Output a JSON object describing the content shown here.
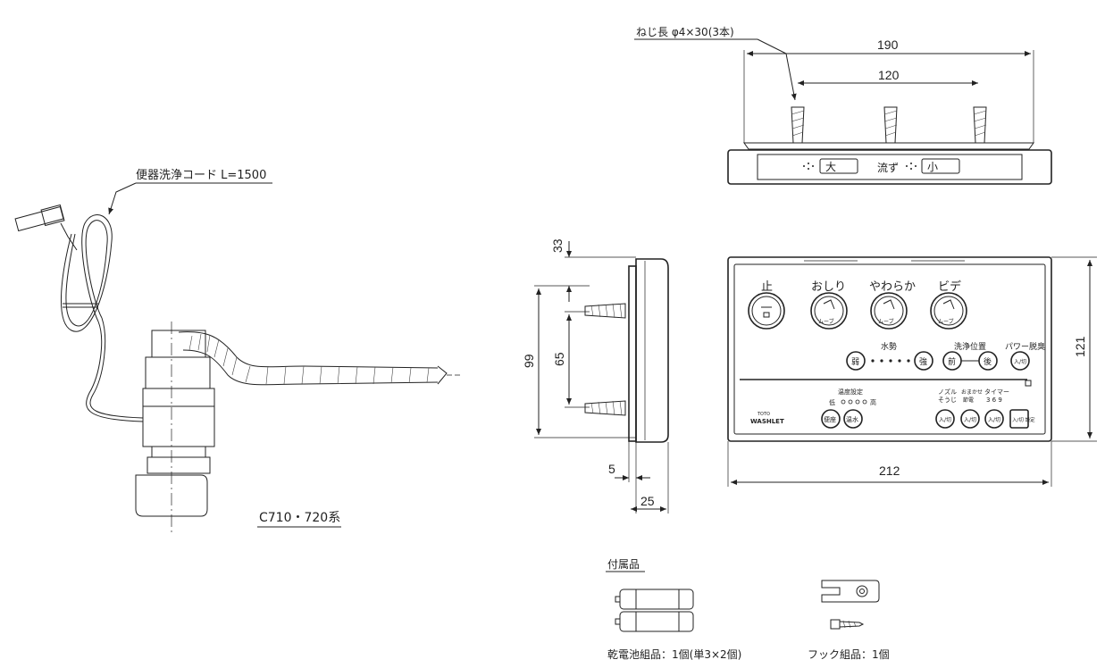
{
  "labels": {
    "screw": "ねじ長 φ4×30(3本)",
    "cord": "便器洗浄コード L=1500",
    "model": "C710・720系",
    "accessories": "付属品",
    "battery": "乾電池組品：1個(単3×2個)",
    "hook": "フック組品：1個"
  },
  "dims": {
    "d190": "190",
    "d120": "120",
    "d33": "33",
    "d99": "99",
    "d65": "65",
    "d5": "5",
    "d25": "25",
    "d212": "212",
    "d121": "121"
  },
  "top_view": {
    "big": "大",
    "flush": "流ず",
    "small": "小"
  },
  "panel": {
    "stop": "止",
    "oshiri": "おしり",
    "yawaraka": "やわらか",
    "bidet": "ビデ",
    "mu": "ムーブ",
    "onoff": "入/切",
    "water_force": "水勢",
    "weak": "弱",
    "strong": "強",
    "wash_pos": "洗浄位置",
    "front": "前",
    "back": "後",
    "power_deodor": "パワー脱臭",
    "temp_setting": "温度設定",
    "low": "低",
    "high": "高",
    "seat": "便座",
    "warm_water": "温水",
    "brand_small": "TOTO",
    "brand": "WASHLET",
    "nozzle": "ノズル",
    "cleaning": "そうじ",
    "omakase": "おまかせ",
    "eco": "節電",
    "timer": "タイマー",
    "timer_vals": "3 6 9",
    "on_off_setting": "入/切 設定"
  }
}
